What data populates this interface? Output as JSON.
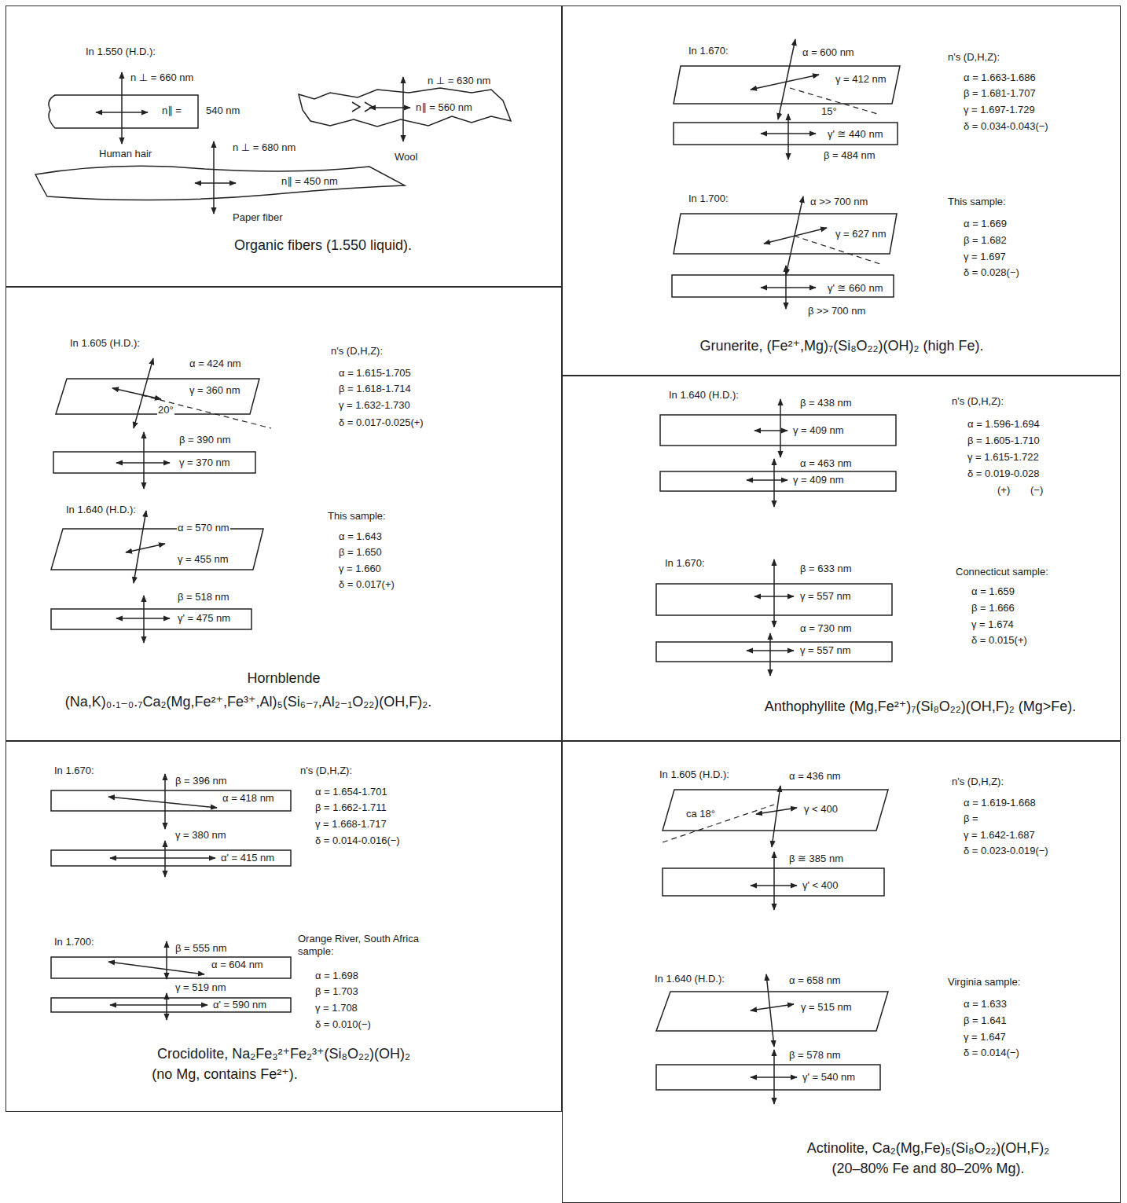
{
  "diagram": {
    "nodes": [
      {
        "text": [
          "Organic fibers (1.550 liquid)."
        ]
      },
      {
        "text": [
          "Grunerite, (Fe²⁺,Mg)₇(Si₈O₂₂)(OH)₂ (high Fe)."
        ]
      },
      {
        "text": [
          "Hornblende",
          "(Na,K)₀.₁₋₀.₇Ca₂(Mg,Fe²⁺,Fe³⁺,Al)₅(Si₆₋₇,Al₂₋₁O₂₂)(OH,F)₂."
        ]
      },
      {
        "text": [
          "Anthophyllite (Mg,Fe²⁺)₇(Si₈O₂₂)(OH,F)₂ (Mg>Fe)."
        ]
      },
      {
        "text": [
          "Crocidolite, Na₂Fe₃²⁺Fe₂³⁺(Si₈O₂₂)(OH)₂",
          "(no Mg, contains Fe²⁺)."
        ]
      },
      {
        "text": [
          "Actinolite, Ca₂(Mg,Fe)₅(Si₈O₂₂)(OH,F)₂",
          "(20–80% Fe and 80–20% Mg)."
        ]
      }
    ],
    "labels": [
      "In 1.550 (H.D.):",
      "n ⊥ = 660 nm",
      "n∥ =",
      "540 nm",
      "Human hair",
      "n ⊥ = 630 nm",
      "n∥ = 560 nm",
      "Wool",
      "n ⊥ = 680 nm",
      "n∥ = 450 nm",
      "Paper fiber",
      "In 1.670:",
      "α = 600 nm",
      "γ = 412 nm",
      "15°",
      "γ' ≅ 440 nm",
      "β = 484 nm",
      "n's (D,H,Z):",
      "α = 1.663-1.686",
      "β = 1.681-1.707",
      "γ = 1.697-1.729",
      "δ = 0.034-0.043(−)",
      "In 1.700:",
      "α >> 700 nm",
      "γ = 627 nm",
      "γ' ≅ 660 nm",
      "β >> 700 nm",
      "This sample:",
      "α = 1.669",
      "β = 1.682",
      "γ = 1.697",
      "δ = 0.028(−)",
      "In 1.605 (H.D.):",
      "α = 424 nm",
      "γ = 360 nm",
      "20°",
      "β = 390 nm",
      "γ = 370 nm",
      "n's (D,H,Z):",
      "α = 1.615-1.705",
      "β = 1.618-1.714",
      "γ = 1.632-1.730",
      "δ = 0.017-0.025(+)",
      "In 1.640 (H.D.):",
      "α = 570 nm",
      "γ = 455 nm",
      "β = 518 nm",
      "γ' = 475 nm",
      "This sample:",
      "α = 1.643",
      "β = 1.650",
      "γ = 1.660",
      "δ = 0.017(+)",
      "In 1.640 (H.D.):",
      "β = 438 nm",
      "γ = 409 nm",
      "α = 463 nm",
      "γ = 409 nm",
      "n's (D,H,Z):",
      "α = 1.596-1.694",
      "β = 1.605-1.710",
      "γ = 1.615-1.722",
      "δ = 0.019-0.028",
      "(+)",
      "(−)",
      "In 1.670:",
      "β = 633 nm",
      "γ = 557 nm",
      "α = 730 nm",
      "γ = 557 nm",
      "Connecticut sample:",
      "α = 1.659",
      "β = 1.666",
      "γ = 1.674",
      "δ = 0.015(+)",
      "In 1.670:",
      "β = 396 nm",
      "α = 418 nm",
      "γ = 380 nm",
      "α' = 415 nm",
      "n's (D,H,Z):",
      "α = 1.654-1.701",
      "β = 1.662-1.711",
      "γ = 1.668-1.717",
      "δ = 0.014-0.016(−)",
      "In 1.700:",
      "β = 555 nm",
      "α = 604 nm",
      "γ = 519 nm",
      "α' = 590 nm",
      "Orange River, South Africa sample:",
      "α = 1.698",
      "β = 1.703",
      "γ = 1.708",
      "δ = 0.010(−)",
      "In 1.605 (H.D.):",
      "α = 436 nm",
      "ca 18°",
      "γ < 400",
      "β ≅ 385 nm",
      "γ' < 400",
      "n's (D,H,Z):",
      "α = 1.619-1.668",
      "β =",
      "γ = 1.642-1.687",
      "δ = 0.023-0.019(−)",
      "In 1.640 (H.D.):",
      "α = 658 nm",
      "γ = 515 nm",
      "β = 578 nm",
      "γ' = 540 nm",
      "Virginia sample:",
      "α = 1.633",
      "β = 1.641",
      "γ = 1.647",
      "δ = 0.014(−)"
    ]
  }
}
